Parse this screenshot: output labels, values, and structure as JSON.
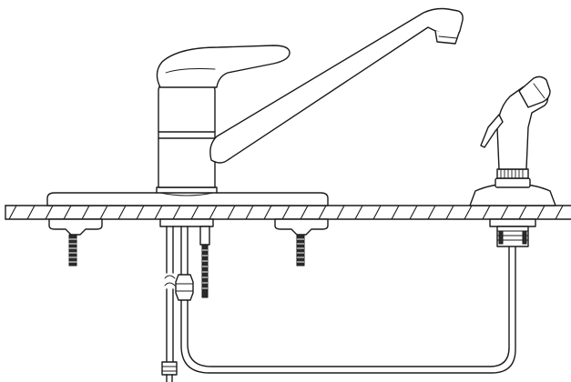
{
  "diagram": {
    "type": "technical-line-drawing",
    "components": [
      "single-handle-faucet",
      "side-sprayer",
      "countertop",
      "mounting-nuts",
      "supply-lines",
      "sprayer-hose"
    ],
    "colors": {
      "line": "#1a1a1a",
      "background": "#ffffff",
      "threads": "#2b2b2b"
    }
  }
}
